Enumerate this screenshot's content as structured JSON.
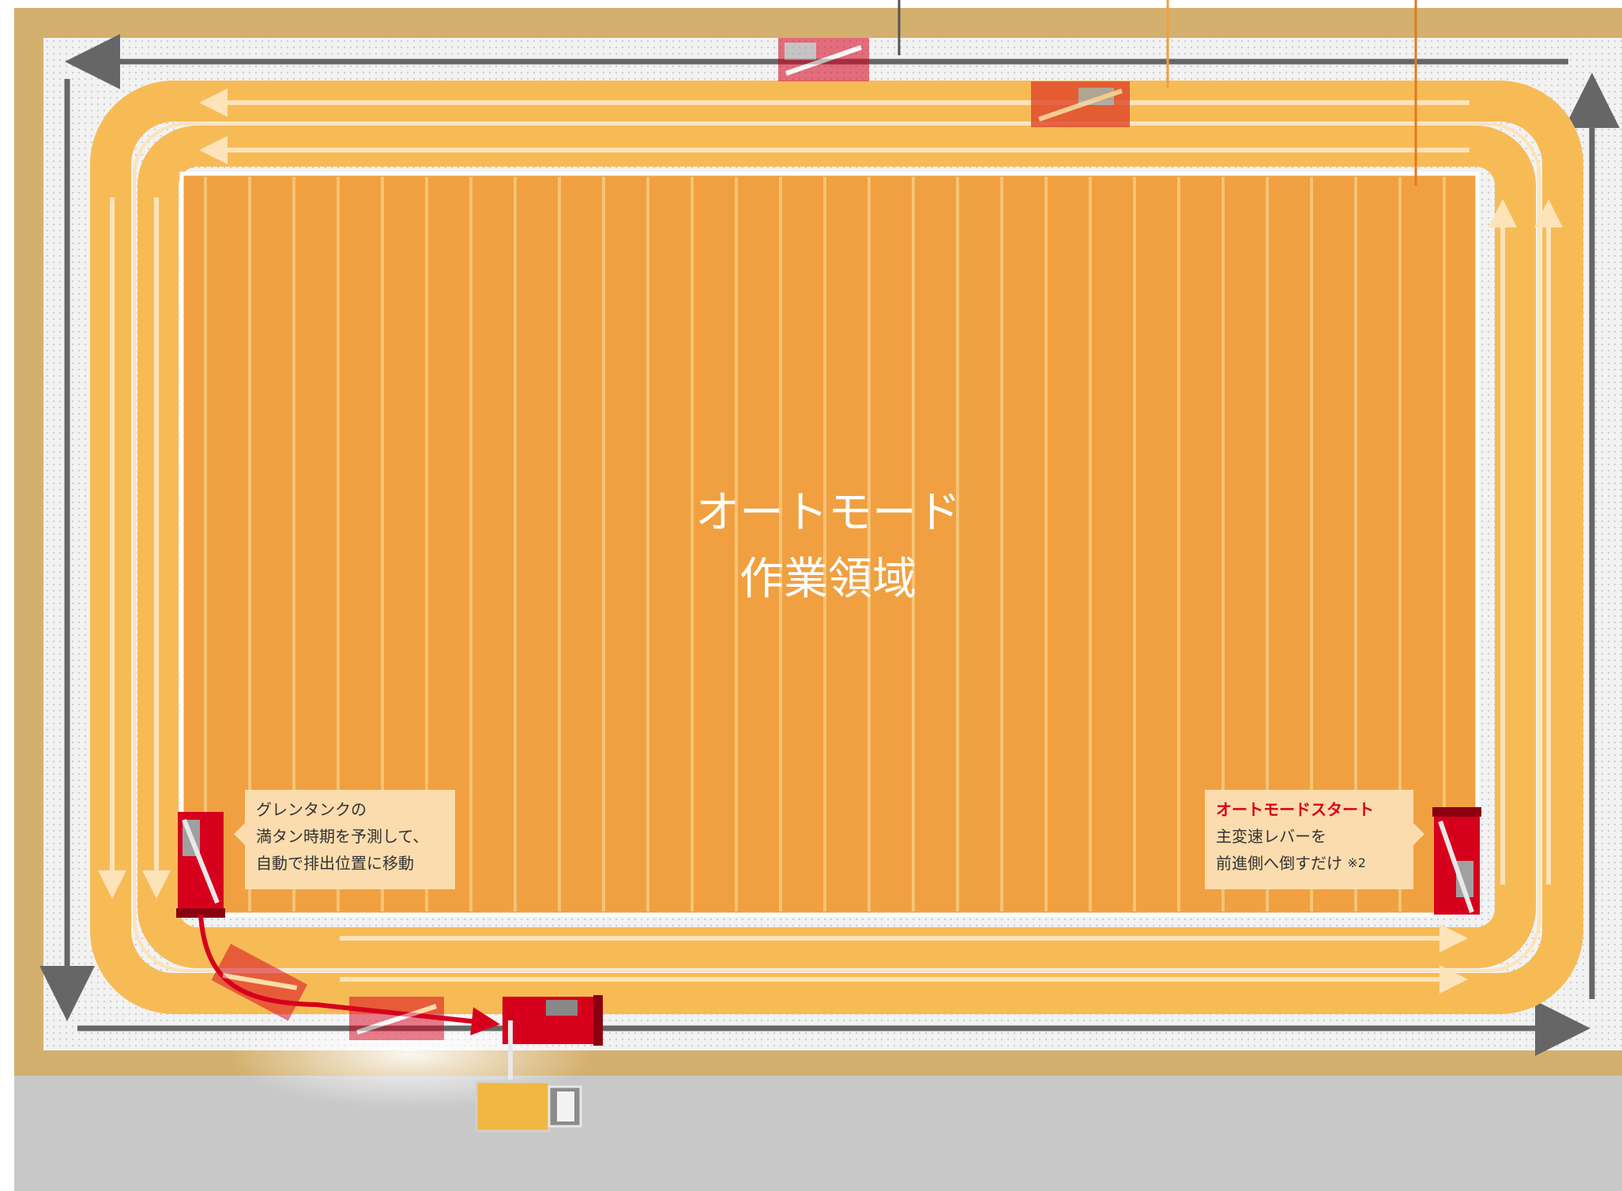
{
  "area_label": {
    "line1": "オートモード",
    "line2": "作業領域"
  },
  "callout_left": {
    "line1": "グレンタンクの",
    "line2": "満タン時期を予測して、",
    "line3": "自動で排出位置に移動"
  },
  "callout_right": {
    "title": "オートモードスタート",
    "line1": "主変速レバーを",
    "line2": "前進側へ倒すだけ",
    "note": "※2"
  },
  "colors": {
    "field_border": "#d4b06e",
    "headland": "#eeeeee",
    "lane": "#f7bb56",
    "work_area": "#f0a040",
    "outer_arrow": "#666666",
    "harvester": "#d6001c",
    "truck_bed": "#f0b840",
    "road": "#c8c8c8",
    "callout_bg": "#fbdcae"
  },
  "icons": [
    "combine-harvester-icon",
    "truck-icon",
    "direction-arrow-icon"
  ]
}
